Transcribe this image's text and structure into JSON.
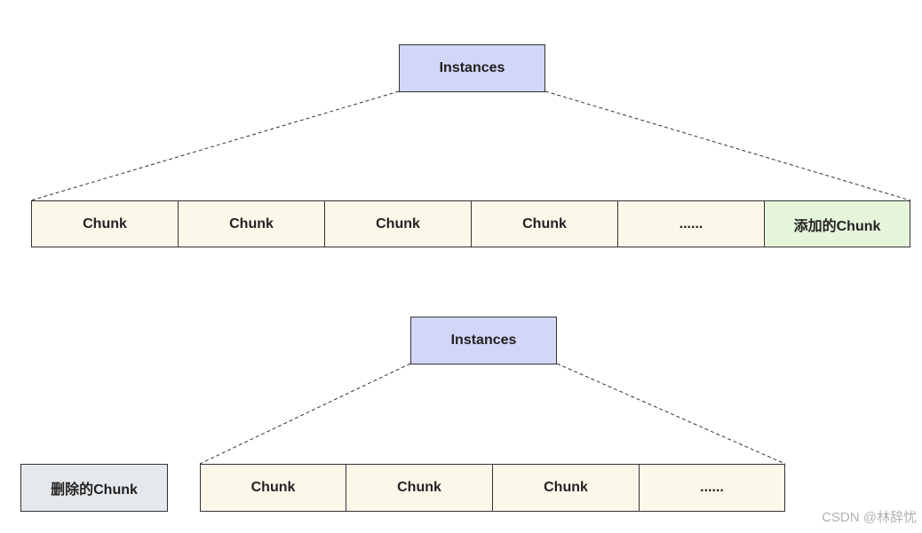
{
  "diagram_top": {
    "parent_label": "Instances",
    "chunks": [
      "Chunk",
      "Chunk",
      "Chunk",
      "Chunk",
      "......",
      "添加的Chunk"
    ]
  },
  "diagram_bottom": {
    "parent_label": "Instances",
    "chunks": [
      "Chunk",
      "Chunk",
      "Chunk",
      "......"
    ],
    "removed_label": "删除的Chunk"
  },
  "watermark": "CSDN @林辞忧",
  "colors": {
    "instances": "#d3d6f7",
    "chunk": "#fbf8ea",
    "added_chunk": "#e4f5da",
    "removed_chunk": "#e6e9ec"
  }
}
